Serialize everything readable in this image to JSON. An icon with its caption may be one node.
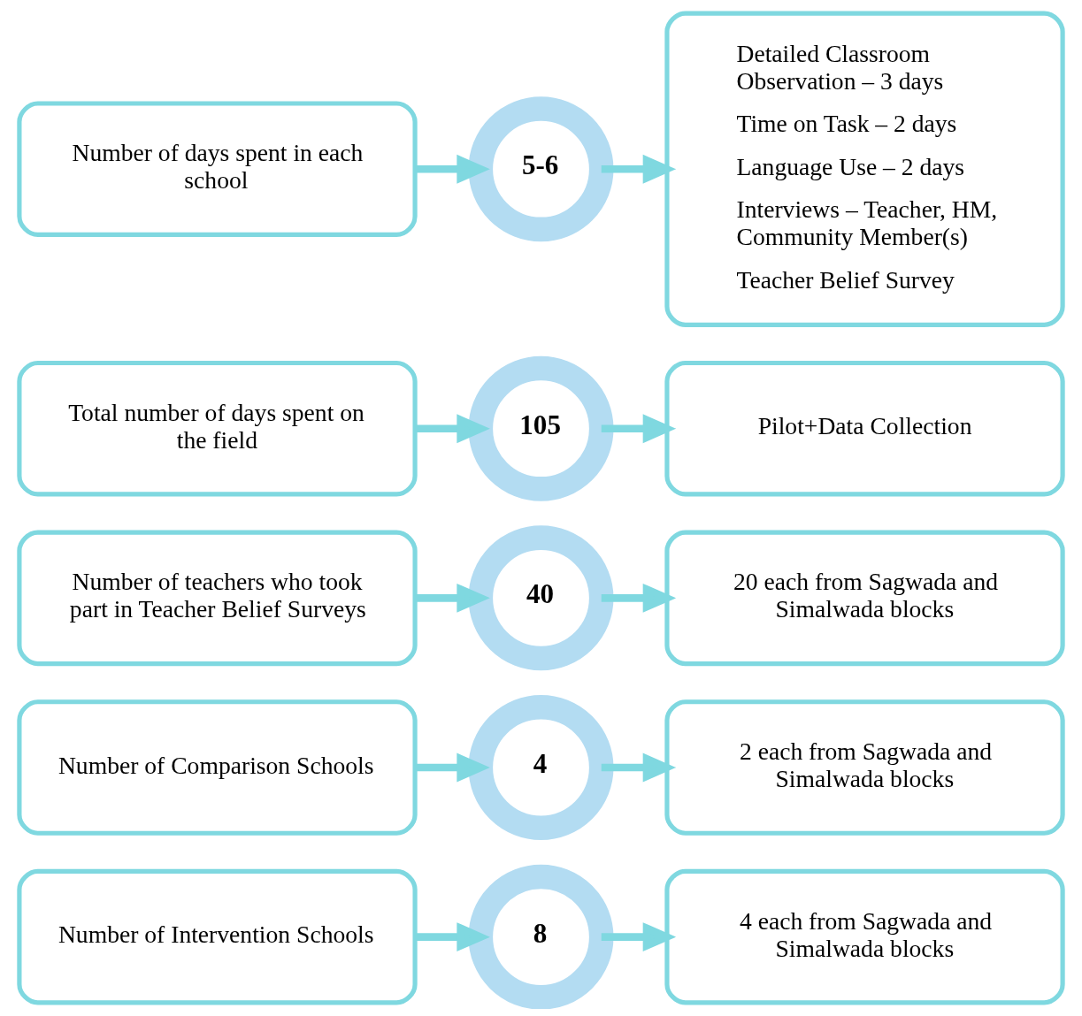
{
  "diagram": {
    "nodes": [
      {
        "text": [
          "Number of Intervention Schools"
        ]
      },
      {
        "text": [
          "8"
        ]
      },
      {
        "text": [
          "4 each from Sagwada and Simalwada blocks"
        ]
      },
      {
        "text": [
          "Number of Comparison Schools"
        ]
      },
      {
        "text": [
          "4"
        ]
      },
      {
        "text": [
          "2 each from Sagwada and Simalwada blocks"
        ]
      },
      {
        "text": [
          "Number of teachers who took part in Teacher Belief Surveys"
        ]
      },
      {
        "text": [
          "40"
        ]
      },
      {
        "text": [
          "20 each from Sagwada and Simalwada blocks"
        ]
      },
      {
        "text": [
          "Total number of days spent on the field"
        ]
      },
      {
        "text": [
          "105"
        ]
      },
      {
        "text": [
          "Pilot+Data Collection"
        ]
      },
      {
        "text": [
          "Number of days spent in each school"
        ]
      },
      {
        "text": [
          "5-6"
        ]
      },
      {
        "text": [
          "Detailed Classroom Observation – 3 days",
          "Time on Task – 2 days",
          "Language Use – 2 days",
          "Interviews – Teacher, HM, Community Member(s)",
          "Teacher Belief Survey"
        ]
      }
    ],
    "edges": [
      {
        "from": 0,
        "to": 1,
        "arrow": "to"
      },
      {
        "from": 1,
        "to": 2,
        "arrow": "to"
      },
      {
        "from": 3,
        "to": 4,
        "arrow": "to"
      },
      {
        "from": 4,
        "to": 5,
        "arrow": "to"
      },
      {
        "from": 6,
        "to": 7,
        "arrow": "to"
      },
      {
        "from": 7,
        "to": 8,
        "arrow": "to"
      },
      {
        "from": 9,
        "to": 10,
        "arrow": "to"
      },
      {
        "from": 10,
        "to": 11,
        "arrow": "to"
      },
      {
        "from": 12,
        "to": 13,
        "arrow": "to"
      },
      {
        "from": 13,
        "to": 14,
        "arrow": "to"
      }
    ]
  }
}
